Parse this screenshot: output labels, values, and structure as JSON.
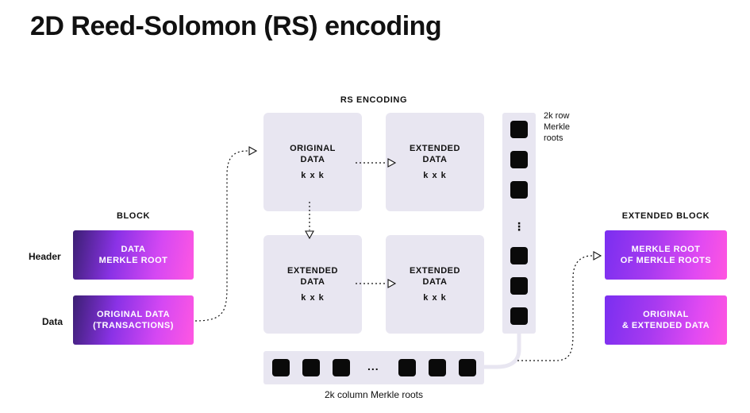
{
  "title": "2D Reed-Solomon (RS) encoding",
  "block": {
    "label": "BLOCK",
    "header_label": "Header",
    "data_label": "Data",
    "header_box": [
      "DATA",
      "MERKLE ROOT"
    ],
    "data_box": [
      "ORIGINAL DATA",
      "(TRANSACTIONS)"
    ]
  },
  "rs": {
    "label": "RS ENCODING",
    "original": {
      "lines": [
        "ORIGINAL",
        "DATA"
      ],
      "dims": "k x k"
    },
    "extended_tr": {
      "lines": [
        "EXTENDED",
        "DATA"
      ],
      "dims": "k x k"
    },
    "extended_bl": {
      "lines": [
        "EXTENDED",
        "DATA"
      ],
      "dims": "k x k"
    },
    "extended_br": {
      "lines": [
        "EXTENDED",
        "DATA"
      ],
      "dims": "k x k"
    }
  },
  "row_roots": {
    "note": [
      "2k row",
      "Merkle",
      "roots"
    ],
    "ellipsis": "⋮"
  },
  "column_roots": {
    "caption": "2k column Merkle roots",
    "ellipsis": "..."
  },
  "extended_block": {
    "label": "EXTENDED BLOCK",
    "top_box": [
      "MERKLE ROOT",
      "OF MERKLE ROOTS"
    ],
    "bottom_box": [
      "ORIGINAL",
      "& EXTENDED DATA"
    ]
  },
  "colors": {
    "cell_bg": "#e8e6f1",
    "gradient_start": "#7a2ff0",
    "gradient_end": "#ff55e0",
    "square": "#0a0a0a"
  }
}
